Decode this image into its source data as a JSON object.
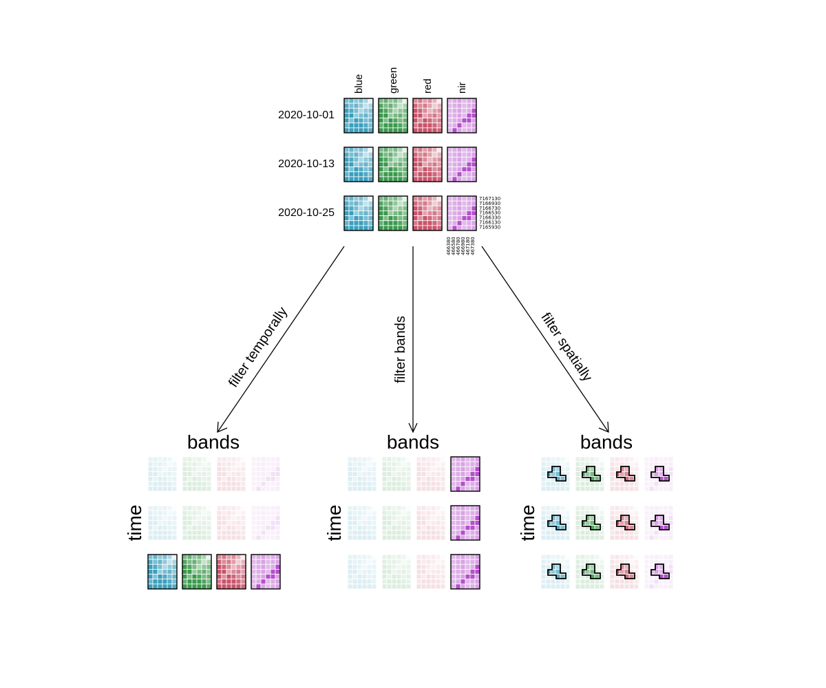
{
  "bands": [
    {
      "name": "blue",
      "color": "#3b9fbd"
    },
    {
      "name": "green",
      "color": "#3b9a4c"
    },
    {
      "name": "red",
      "color": "#c9546a"
    },
    {
      "name": "nir",
      "color": "#b147c9"
    }
  ],
  "dates": [
    "2020-10-01",
    "2020-10-13",
    "2020-10-25"
  ],
  "y_coords": [
    "7167130",
    "7166930",
    "7166730",
    "7166530",
    "7166330",
    "7166130",
    "7165930"
  ],
  "x_coords": [
    "466380",
    "466580",
    "466780",
    "466980",
    "467180",
    "467380"
  ],
  "operations": [
    {
      "label": "filter temporally",
      "selected_times": [
        2
      ],
      "selected_bands": [
        0,
        1,
        2,
        3
      ],
      "spatial": false
    },
    {
      "label": "filter bands",
      "selected_times": [
        0,
        1,
        2
      ],
      "selected_bands": [
        3
      ],
      "spatial": false
    },
    {
      "label": "filter spatially",
      "selected_times": [
        0,
        1,
        2
      ],
      "selected_bands": [
        0,
        1,
        2,
        3
      ],
      "spatial": true
    }
  ],
  "axis_titles": {
    "bands": "bands",
    "time": "time"
  }
}
